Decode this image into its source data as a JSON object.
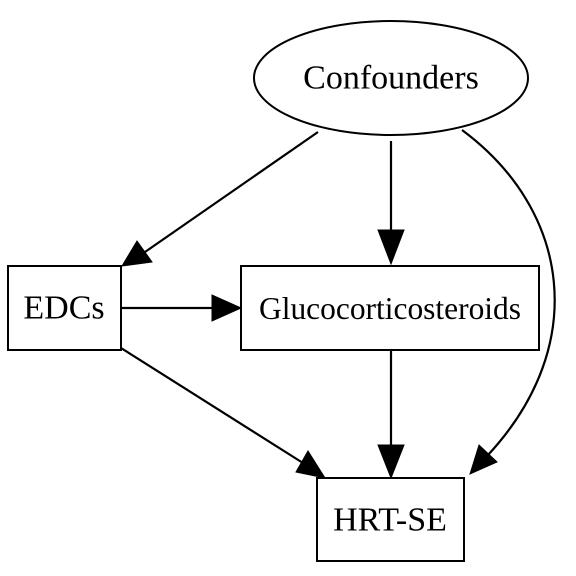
{
  "diagram": {
    "nodes": {
      "confounders": {
        "label": "Confounders",
        "shape": "ellipse"
      },
      "edcs": {
        "label": "EDCs",
        "shape": "box"
      },
      "glucocorticosteroids": {
        "label": "Glucocorticosteroids",
        "shape": "box"
      },
      "hrt_se": {
        "label": "HRT-SE",
        "shape": "box"
      }
    },
    "edges": [
      {
        "from": "Confounders",
        "to": "EDCs"
      },
      {
        "from": "Confounders",
        "to": "Glucocorticosteroids"
      },
      {
        "from": "Confounders",
        "to": "HRT-SE"
      },
      {
        "from": "EDCs",
        "to": "Glucocorticosteroids"
      },
      {
        "from": "EDCs",
        "to": "HRT-SE"
      },
      {
        "from": "Glucocorticosteroids",
        "to": "HRT-SE"
      }
    ],
    "colors": {
      "stroke": "#000000",
      "background": "#ffffff"
    }
  }
}
